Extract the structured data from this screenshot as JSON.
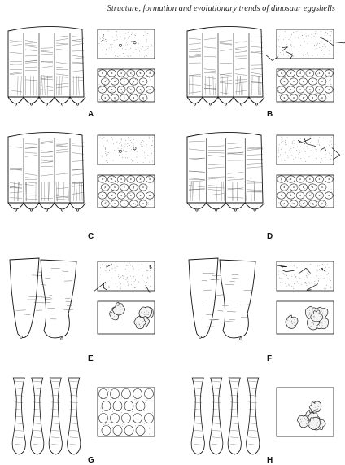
{
  "header": {
    "running_title": "Structure, formation and evolutionary trends of dinosaur eggshells"
  },
  "figure": {
    "panels": [
      {
        "label": "A",
        "shell": "columns",
        "surface": "pores",
        "section": "cells",
        "columns": 5
      },
      {
        "label": "B",
        "shell": "columns",
        "surface": "cracks",
        "section": "cells",
        "columns": 5
      },
      {
        "label": "C",
        "shell": "columns",
        "surface": "pores",
        "section": "cells",
        "columns": 5
      },
      {
        "label": "D",
        "shell": "columns",
        "surface": "cracks",
        "section": "cells",
        "columns": 4
      },
      {
        "label": "E",
        "shell": "wedges",
        "surface": "cracks",
        "section": "blobs",
        "columns": 2
      },
      {
        "label": "F",
        "shell": "wedges",
        "surface": "cracks",
        "section": "blobs",
        "columns": 2
      },
      {
        "label": "G",
        "shell": "pillars",
        "surface": "none",
        "section": "circles",
        "columns": 4
      },
      {
        "label": "H",
        "shell": "pillars",
        "surface": "none",
        "section": "blobs",
        "columns": 4
      }
    ]
  }
}
